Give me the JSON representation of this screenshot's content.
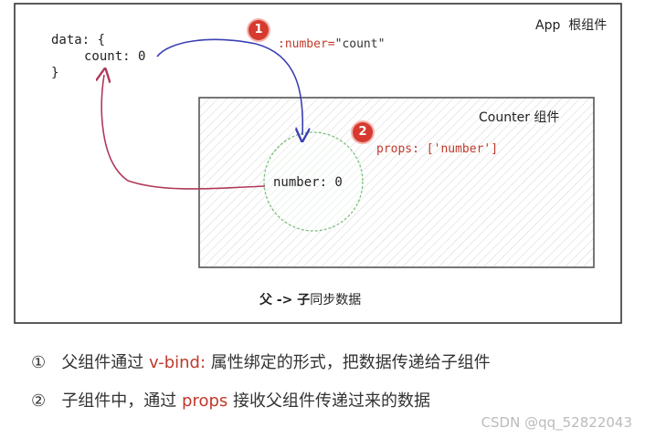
{
  "app_box": {
    "label": "App  根组件",
    "code_lines": [
      "data: {",
      "count: 0",
      "}"
    ]
  },
  "counter_box": {
    "label": "Counter 组件",
    "prop_code": "props: ['number']",
    "circle_text": "number: 0"
  },
  "binding": {
    "badge": "1",
    "expr_prefix": ":number=",
    "expr_value": "\"count\""
  },
  "props_badge": "2",
  "caption": {
    "strong": "父 -> 子",
    "rest": "同步数据"
  },
  "notes": [
    {
      "num": "①",
      "before": "父组件通过 ",
      "highlight": "v-bind:",
      "after": " 属性绑定的形式，把数据传递给子组件"
    },
    {
      "num": "②",
      "before": "子组件中，通过 ",
      "highlight": "props",
      "after": " 接收父组件传递过来的数据"
    }
  ],
  "watermark": "CSDN @qq_52822043",
  "colors": {
    "bind_arrow": "#3b3fb3",
    "sync_arrow": "#b03a5a",
    "badge": "#d63a2f",
    "highlight": "#c0392b",
    "circle": "#7fbf7f"
  }
}
